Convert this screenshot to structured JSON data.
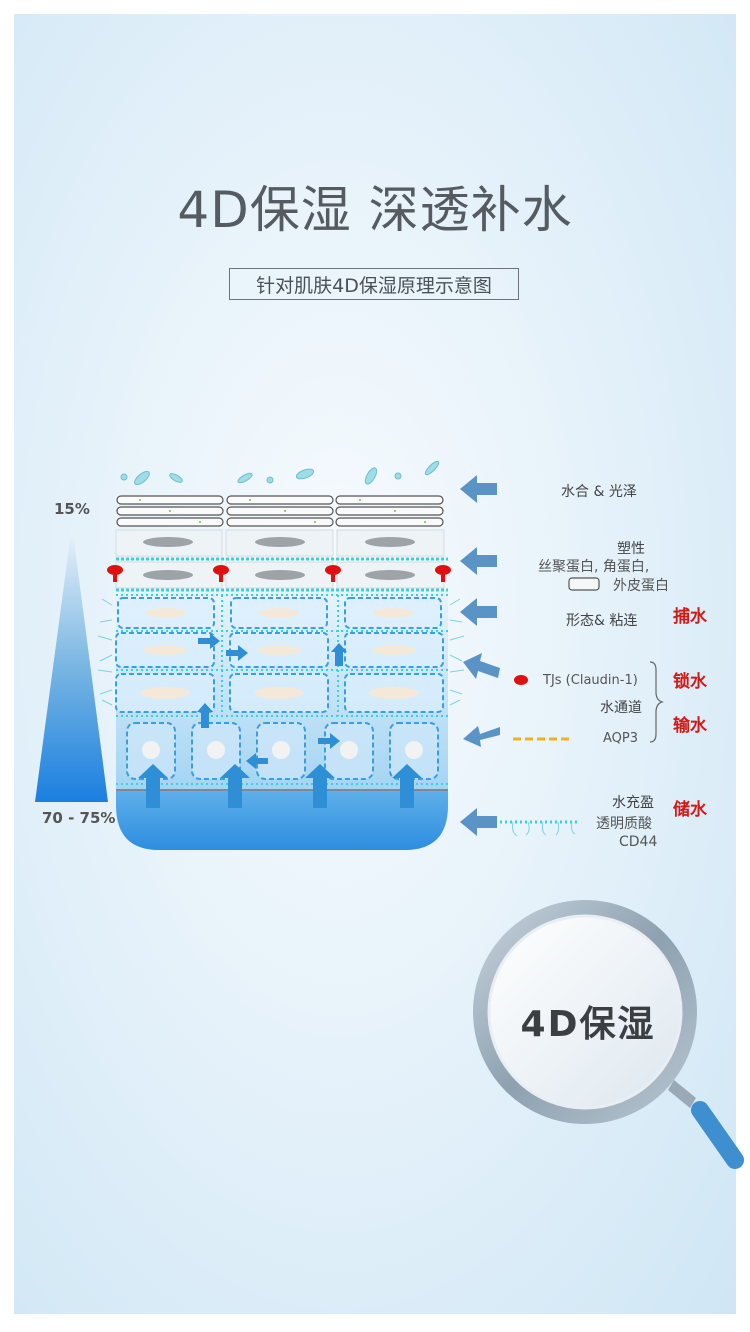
{
  "title": "4D保湿 深透补水",
  "subtitle": "针对肌肤4D保湿原理示意图",
  "gradient_top_label": "15%",
  "gradient_bottom_label": "70 - 75%",
  "labels": {
    "hydration_gloss": "水合 & 光泽",
    "plasticity": "塑性",
    "proteins": "丝聚蛋白, 角蛋白,",
    "envelope_protein": "外皮蛋白",
    "form_adhesion": "形态& 粘连",
    "tjs": "TJs (Claudin-1)",
    "water_channel": "水通道",
    "aqp3": "AQP3",
    "water_full": "水充盈",
    "hyaluronic": "透明质酸",
    "cd44": "CD44"
  },
  "functions": {
    "capture": "捕水",
    "lock": "锁水",
    "transport": "输水",
    "store": "储水"
  },
  "magnifier_text": "4D保湿",
  "colors": {
    "accent_blue": "#4a8ac4",
    "arrow_blue": "#5a93c6",
    "cyan": "#29c6d6",
    "red": "#d11a1a",
    "tj_red": "#e01010",
    "aqp_yellow": "#f3b21b"
  },
  "icons": [
    "arrow-left-icon",
    "tight-junction-icon",
    "aqp-dash-icon",
    "hyaluronic-hair-icon",
    "magnifier-icon"
  ]
}
